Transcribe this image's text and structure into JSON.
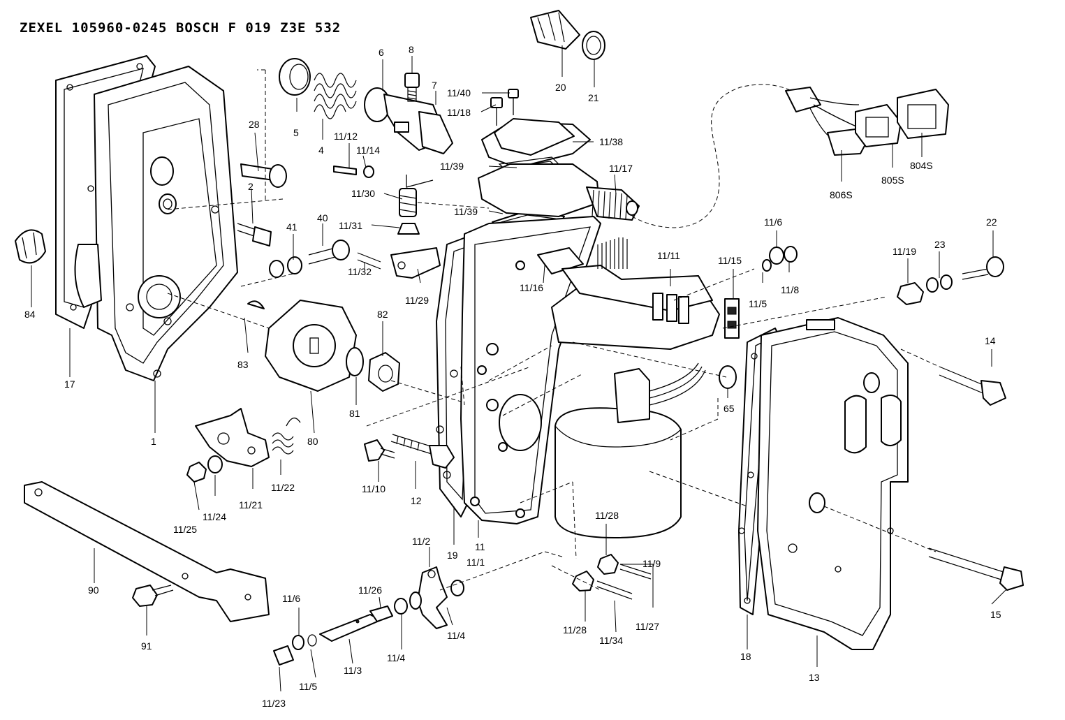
{
  "header": {
    "title": "ZEXEL   105960-0245   BOSCH   F 019 Z3E 532"
  },
  "labels": [
    "84",
    "17",
    "1",
    "28",
    "2",
    "5",
    "4",
    "6",
    "8",
    "7",
    "11/12",
    "11/14",
    "11/30",
    "11/31",
    "11/32",
    "11/29",
    "40",
    "41",
    "83",
    "80",
    "82",
    "81",
    "20",
    "21",
    "11/40",
    "11/18",
    "11/38",
    "11/39",
    "11/39",
    "11/17",
    "806S",
    "805S",
    "804S",
    "22",
    "23",
    "11/19",
    "11/6",
    "11/15",
    "11/5",
    "11/8",
    "11/11",
    "11/16",
    "65",
    "14",
    "15",
    "13",
    "18",
    "11/21",
    "11/22",
    "11/25",
    "11/24",
    "90",
    "91",
    "11/10",
    "12",
    "19",
    "11",
    "11/1",
    "11/2",
    "11/26",
    "11/4",
    "11/4",
    "11/3",
    "11/6",
    "11/5",
    "11/23",
    "11/28",
    "11/9",
    "11/28",
    "11/34",
    "11/27"
  ]
}
